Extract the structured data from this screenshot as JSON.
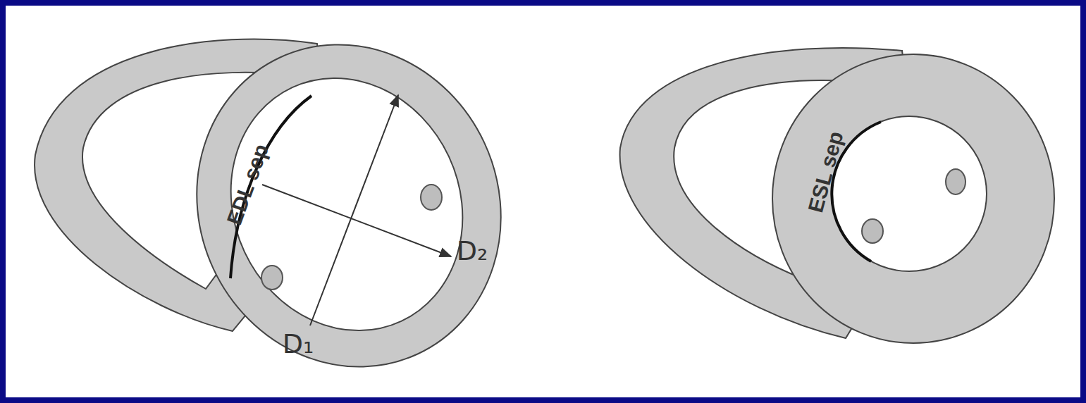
{
  "diagram": {
    "labels": [
      "EDL sep",
      "D₁",
      "D₂",
      "ESL sep"
    ]
  }
}
